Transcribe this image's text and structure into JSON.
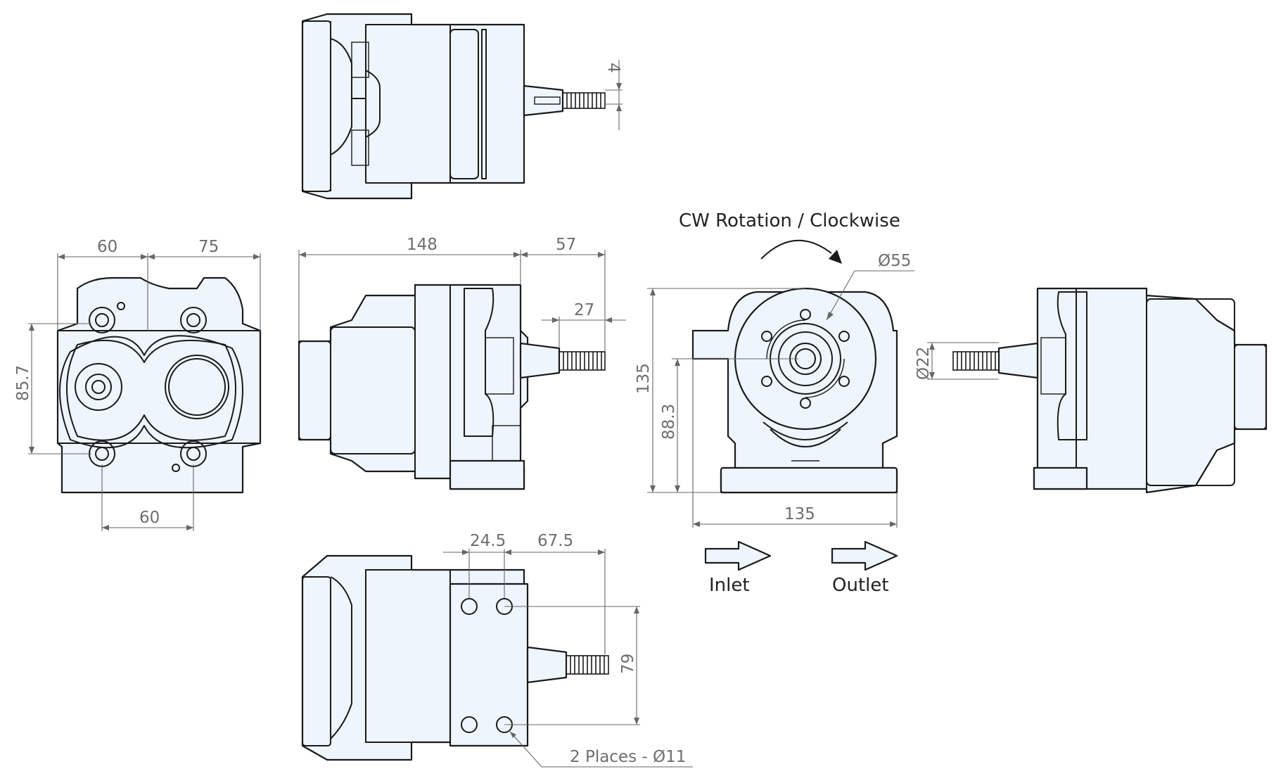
{
  "labels": {
    "rotation": "CW Rotation / Clockwise",
    "inlet": "Inlet",
    "outlet": "Outlet",
    "holes_note": "2 Places - Ø11"
  },
  "dimensions": {
    "port_spacing_left": "60",
    "port_spacing_right": "75",
    "port_spacing_bottom": "60",
    "port_height": "85.7",
    "body_length": "148",
    "shaft_length": "57",
    "shaft_thread": "27",
    "key_width": "4",
    "flange_pilot": "Ø55",
    "flange_height": "135",
    "shaft_center_height": "88.3",
    "base_width": "135",
    "shaft_diameter": "Ø22",
    "mount_hole_offset": "24.5",
    "mount_hole_to_shaft": "67.5",
    "mount_hole_spacing": "79"
  }
}
